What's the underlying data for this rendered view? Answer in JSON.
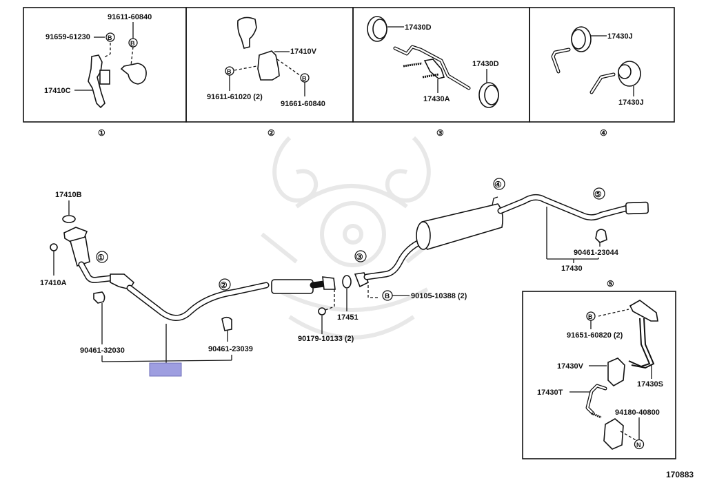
{
  "diagram_id": "170883",
  "highlight_color": "#9e9ee0",
  "insets": [
    {
      "number": "①",
      "labels": {
        "bolt_a": "91659-61230",
        "bolt_b": "91611-60840",
        "bracket": "17410C"
      },
      "bolt_symbol": "B"
    },
    {
      "number": "②",
      "labels": {
        "bracket": "17410V",
        "bolt_a": "91611-61020 (2)",
        "bolt_b": "91661-60840"
      },
      "bolt_symbol": "B"
    },
    {
      "number": "③",
      "labels": {
        "cushion_top": "17430D",
        "cushion_bottom": "17430D",
        "bracket": "17430A"
      }
    },
    {
      "number": "④",
      "labels": {
        "cushion_top": "17430J",
        "cushion_bottom": "17430J"
      }
    },
    {
      "number": "⑤",
      "labels": {
        "bolt": "91651-60820 (2)",
        "bracket": "17430S",
        "cushion": "17430V",
        "hanger": "17430T",
        "nut": "94180-40800"
      },
      "bolt_symbol": "B",
      "nut_symbol": "N"
    }
  ],
  "main": {
    "callouts": {
      "c1": "①",
      "c2": "②",
      "c3": "③",
      "c4": "④",
      "c5": "⑤"
    },
    "labels": {
      "gasket_top": "17410B",
      "nut_left": "17410A",
      "clamp_left": "90461-32030",
      "clamp_mid": "90461-23039",
      "nut_center": "90179-10133 (2)",
      "gasket_center": "17451",
      "bolt_center": "90105-10388 (2)",
      "clamp_right": "90461-23044",
      "tail_assembly": "17430"
    },
    "bolt_symbol": "B"
  }
}
